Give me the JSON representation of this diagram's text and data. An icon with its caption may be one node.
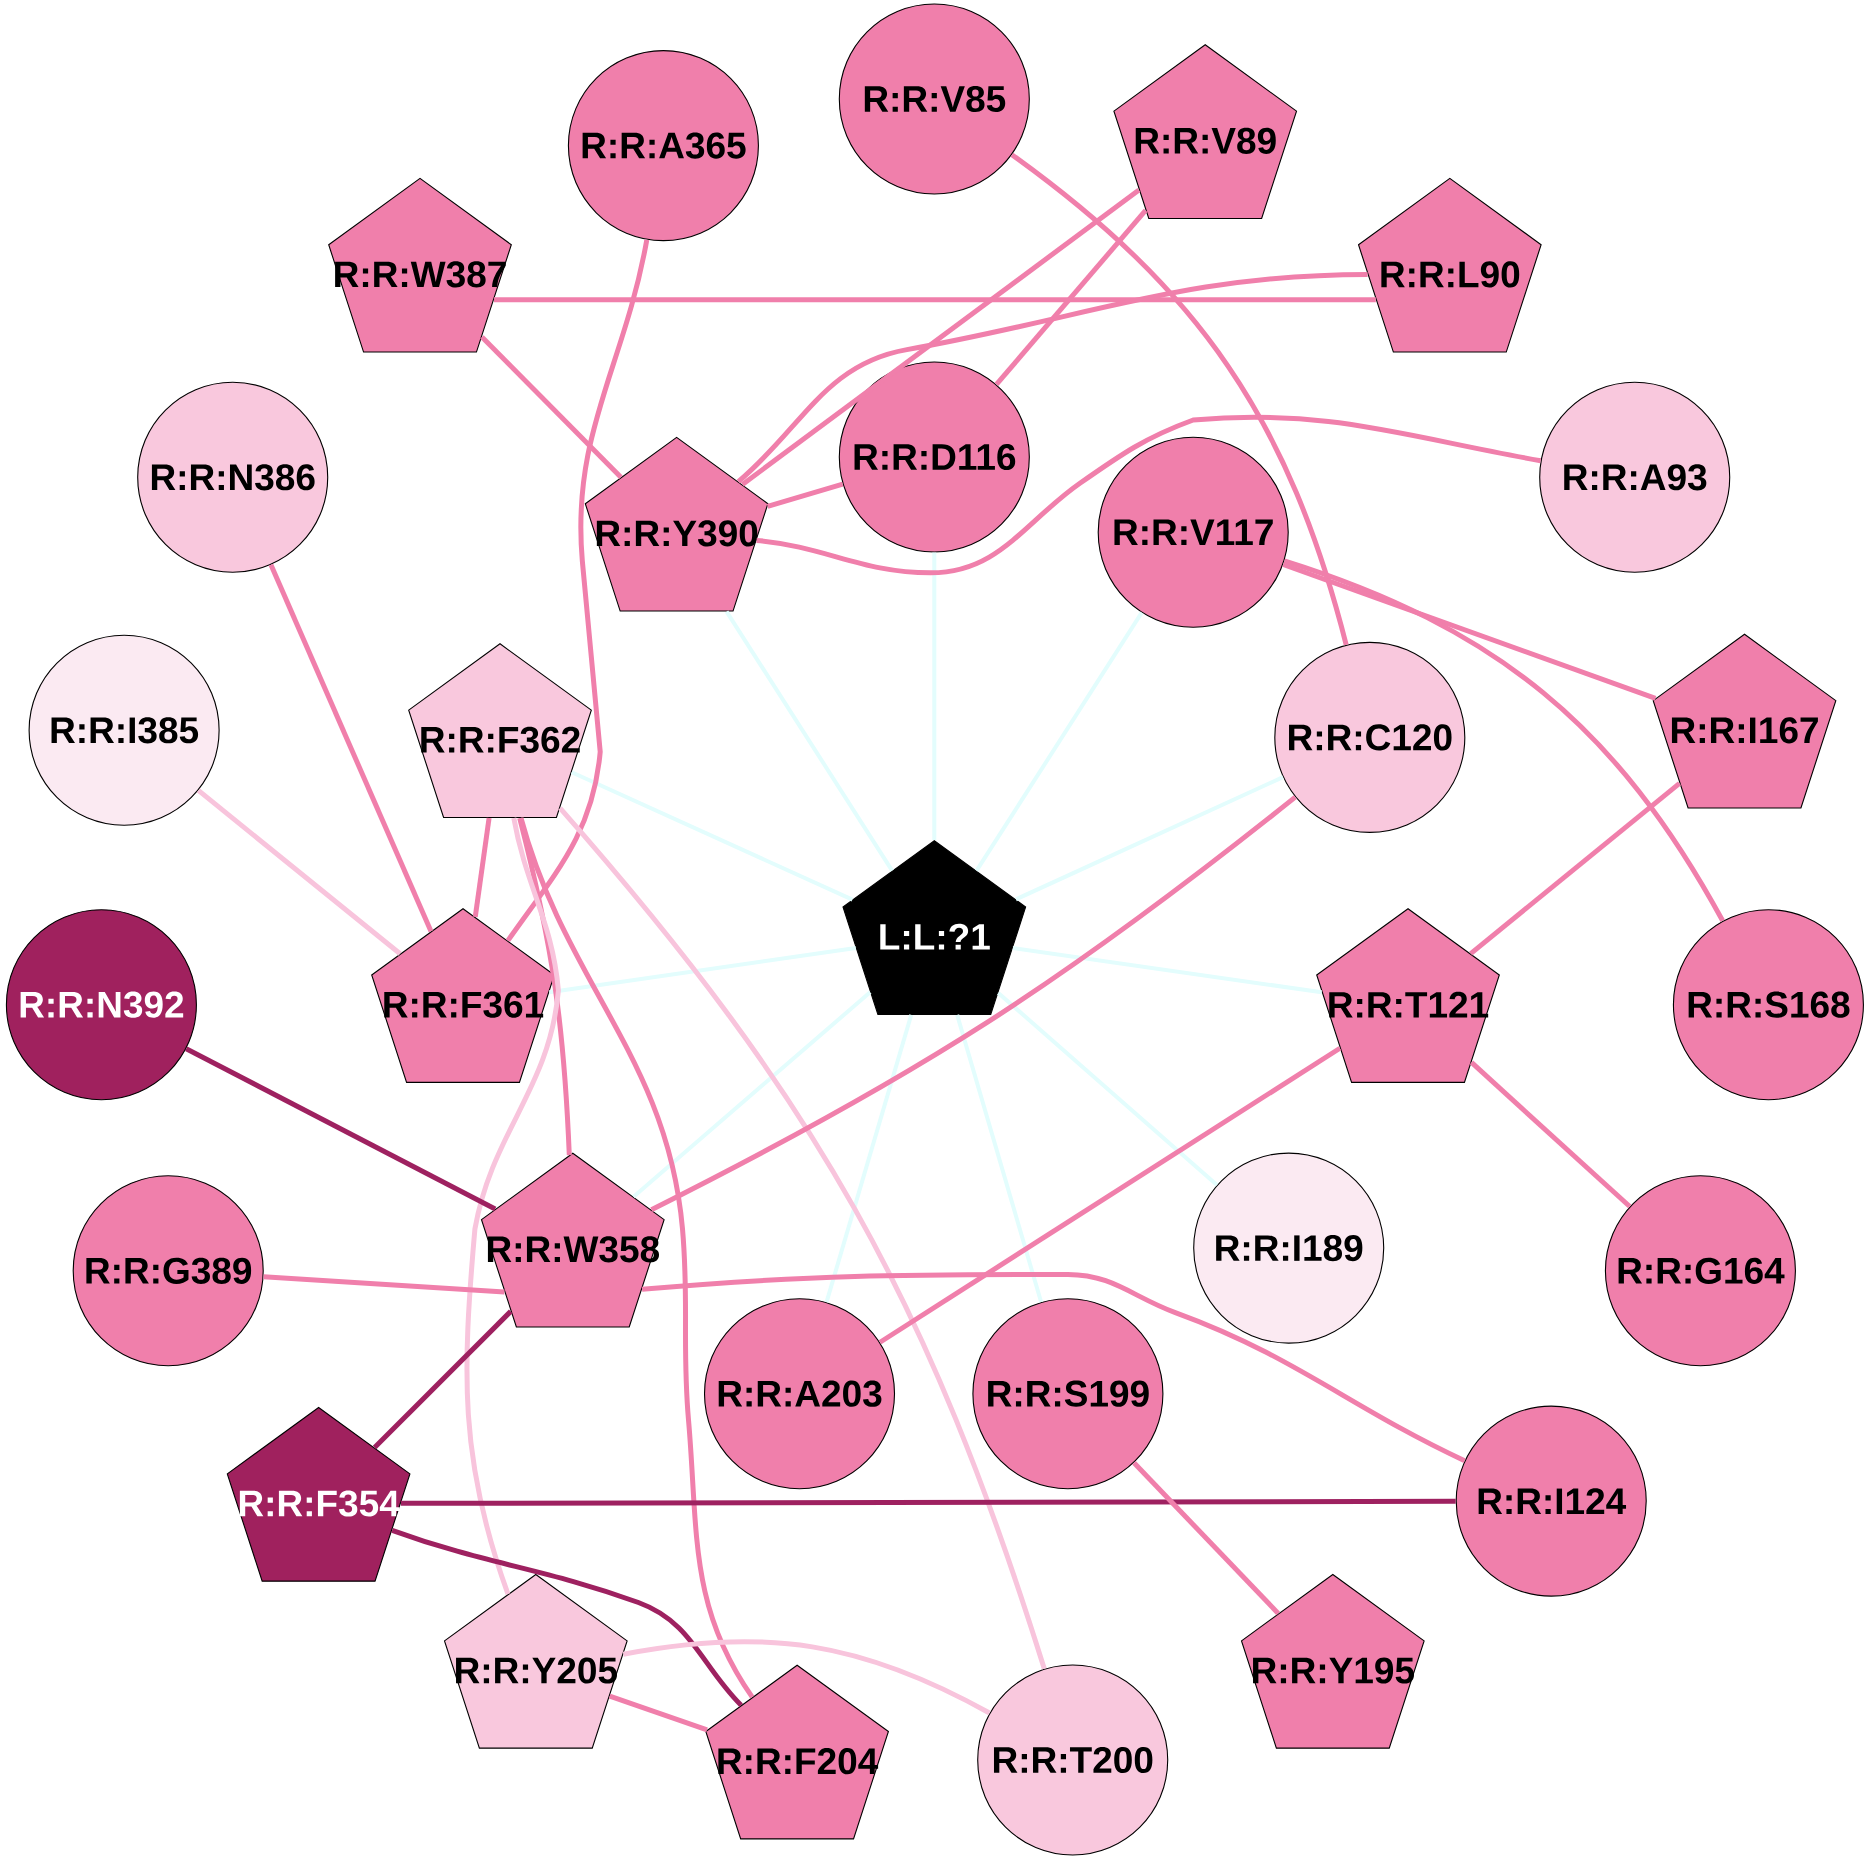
{
  "diagram": {
    "nodes": [
      {
        "text": [
          "R:R:V85"
        ]
      },
      {
        "text": [
          "R:R:A365"
        ]
      },
      {
        "text": [
          "R:R:V89"
        ]
      },
      {
        "text": [
          "R:R:W387"
        ]
      },
      {
        "text": [
          "R:R:L90"
        ]
      },
      {
        "text": [
          "R:R:D116"
        ]
      },
      {
        "text": [
          "R:R:N386"
        ]
      },
      {
        "text": [
          "R:R:A93"
        ]
      },
      {
        "text": [
          "R:R:Y390"
        ]
      },
      {
        "text": [
          "R:R:V117"
        ]
      },
      {
        "text": [
          "R:R:I385"
        ]
      },
      {
        "text": [
          "R:R:I167"
        ]
      },
      {
        "text": [
          "R:R:F362"
        ]
      },
      {
        "text": [
          "R:R:C120"
        ]
      },
      {
        "text": [
          "L:L:?1"
        ]
      },
      {
        "text": [
          "R:R:N392"
        ]
      },
      {
        "text": [
          "R:R:F361"
        ]
      },
      {
        "text": [
          "R:R:T121"
        ]
      },
      {
        "text": [
          "R:R:S168"
        ]
      },
      {
        "text": [
          "R:R:W358"
        ]
      },
      {
        "text": [
          "R:R:I189"
        ]
      },
      {
        "text": [
          "R:R:G389"
        ]
      },
      {
        "text": [
          "R:R:G164"
        ]
      },
      {
        "text": [
          "R:R:A203"
        ]
      },
      {
        "text": [
          "R:R:S199"
        ]
      },
      {
        "text": [
          "R:R:F354"
        ]
      },
      {
        "text": [
          "R:R:I124"
        ]
      },
      {
        "text": [
          "R:R:Y195"
        ]
      },
      {
        "text": [
          "R:R:Y205"
        ]
      },
      {
        "text": [
          "R:R:F204"
        ]
      },
      {
        "text": [
          "R:R:T200"
        ]
      }
    ],
    "edges": [
      {
        "from": 14,
        "to": 8,
        "arrow": "none",
        "color": "#e3fdfd"
      },
      {
        "from": 14,
        "to": 5,
        "arrow": "none",
        "color": "#e3fdfd"
      },
      {
        "from": 14,
        "to": 9,
        "arrow": "none",
        "color": "#e3fdfd"
      },
      {
        "from": 14,
        "to": 12,
        "arrow": "none",
        "color": "#e3fdfd"
      },
      {
        "from": 14,
        "to": 13,
        "arrow": "none",
        "color": "#e3fdfd"
      },
      {
        "from": 14,
        "to": 16,
        "arrow": "none",
        "color": "#e3fdfd"
      },
      {
        "from": 14,
        "to": 17,
        "arrow": "none",
        "color": "#e3fdfd"
      },
      {
        "from": 14,
        "to": 19,
        "arrow": "none",
        "color": "#e3fdfd"
      },
      {
        "from": 14,
        "to": 23,
        "arrow": "none",
        "color": "#e3fdfd"
      },
      {
        "from": 14,
        "to": 24,
        "arrow": "none",
        "color": "#e3fdfd"
      },
      {
        "from": 14,
        "to": 20,
        "arrow": "none",
        "color": "#e3fdfd"
      },
      {
        "from": 0,
        "to": 13,
        "arrow": "none"
      },
      {
        "from": 2,
        "to": 8,
        "arrow": "none"
      },
      {
        "from": 2,
        "to": 5,
        "arrow": "none"
      },
      {
        "from": 3,
        "to": 4,
        "arrow": "none"
      },
      {
        "from": 3,
        "to": 8,
        "arrow": "none"
      },
      {
        "from": 4,
        "to": 8,
        "arrow": "none"
      },
      {
        "from": 1,
        "to": 16,
        "arrow": "none"
      },
      {
        "from": 8,
        "to": 5,
        "arrow": "none"
      },
      {
        "from": 8,
        "to": 7,
        "arrow": "none"
      },
      {
        "from": 9,
        "to": 11,
        "arrow": "none"
      },
      {
        "from": 9,
        "to": 18,
        "arrow": "none"
      },
      {
        "from": 6,
        "to": 16,
        "arrow": "none"
      },
      {
        "from": 10,
        "to": 16,
        "arrow": "none",
        "color": "#f8c4dc"
      },
      {
        "from": 12,
        "to": 16,
        "arrow": "none"
      },
      {
        "from": 12,
        "to": 19,
        "arrow": "none"
      },
      {
        "from": 12,
        "to": 29,
        "arrow": "none"
      },
      {
        "from": 12,
        "to": 30,
        "arrow": "none",
        "color": "#f8c4dc"
      },
      {
        "from": 12,
        "to": 28,
        "arrow": "none",
        "color": "#f8c4dc"
      },
      {
        "from": 13,
        "to": 19,
        "arrow": "none"
      },
      {
        "from": 11,
        "to": 17,
        "arrow": "none"
      },
      {
        "from": 17,
        "to": 23,
        "arrow": "none"
      },
      {
        "from": 17,
        "to": 22,
        "arrow": "none"
      },
      {
        "from": 15,
        "to": 19,
        "arrow": "none",
        "color": "#9e2160"
      },
      {
        "from": 21,
        "to": 19,
        "arrow": "none"
      },
      {
        "from": 19,
        "to": 26,
        "arrow": "none"
      },
      {
        "from": 19,
        "to": 25,
        "arrow": "none",
        "color": "#9e2160"
      },
      {
        "from": 25,
        "to": 26,
        "arrow": "none",
        "color": "#9e2160"
      },
      {
        "from": 25,
        "to": 29,
        "arrow": "none",
        "color": "#9e2160"
      },
      {
        "from": 28,
        "to": 29,
        "arrow": "none"
      },
      {
        "from": 28,
        "to": 30,
        "arrow": "none",
        "color": "#f8c4dc"
      },
      {
        "from": 24,
        "to": 27,
        "arrow": "none"
      }
    ]
  }
}
